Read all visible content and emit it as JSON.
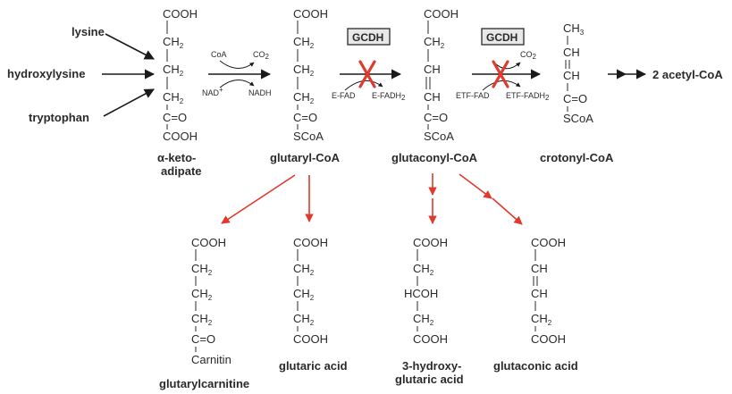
{
  "precursors": {
    "lysine": "lysine",
    "hydroxylysine": "hydroxylysine",
    "tryptophan": "tryptophan"
  },
  "compounds": {
    "ketoadipate": {
      "name_line1": "α-keto-",
      "name_line2": "adipate"
    },
    "glutaryl_coa": {
      "name": "glutaryl-CoA"
    },
    "glutaconyl_coa": {
      "name": "glutaconyl-CoA"
    },
    "crotonyl_coa": {
      "name": "crotonyl-CoA"
    },
    "glutarylcarnitine": {
      "name": "glutarylcarnitine",
      "carnitin": "Carnitin"
    },
    "glutaric_acid": {
      "name": "glutaric acid"
    },
    "hydroxyglutaric_acid": {
      "name_line1": "3-hydroxy-",
      "name_line2": "glutaric acid"
    },
    "glutaconic_acid": {
      "name": "glutaconic acid"
    }
  },
  "groups": {
    "cooh": "COOH",
    "ch2": "CH",
    "ch3": "CH",
    "ch": "CH",
    "co": "C=O",
    "scoa": "SCoA",
    "hcoh": "HCOH",
    "double": "=",
    "sub2": "2",
    "sub3": "3"
  },
  "cofactors": {
    "coa": "CoA",
    "co2": "CO",
    "nad": "NAD",
    "nad_plus": "+",
    "nadh": "NADH",
    "efad": "E-FAD",
    "efadh": "E-FADH",
    "etffad": "ETF-FAD",
    "etffadh": "ETF-FADH"
  },
  "enzymes": {
    "gcdh_1": "GCDH",
    "gcdh_2": "GCDH"
  },
  "product": {
    "acetyl_coa": "2 acetyl-CoA"
  },
  "colors": {
    "block": "#e03a2c",
    "ink": "#1a1a1a",
    "enzyme_box": "#e8e8e8"
  }
}
